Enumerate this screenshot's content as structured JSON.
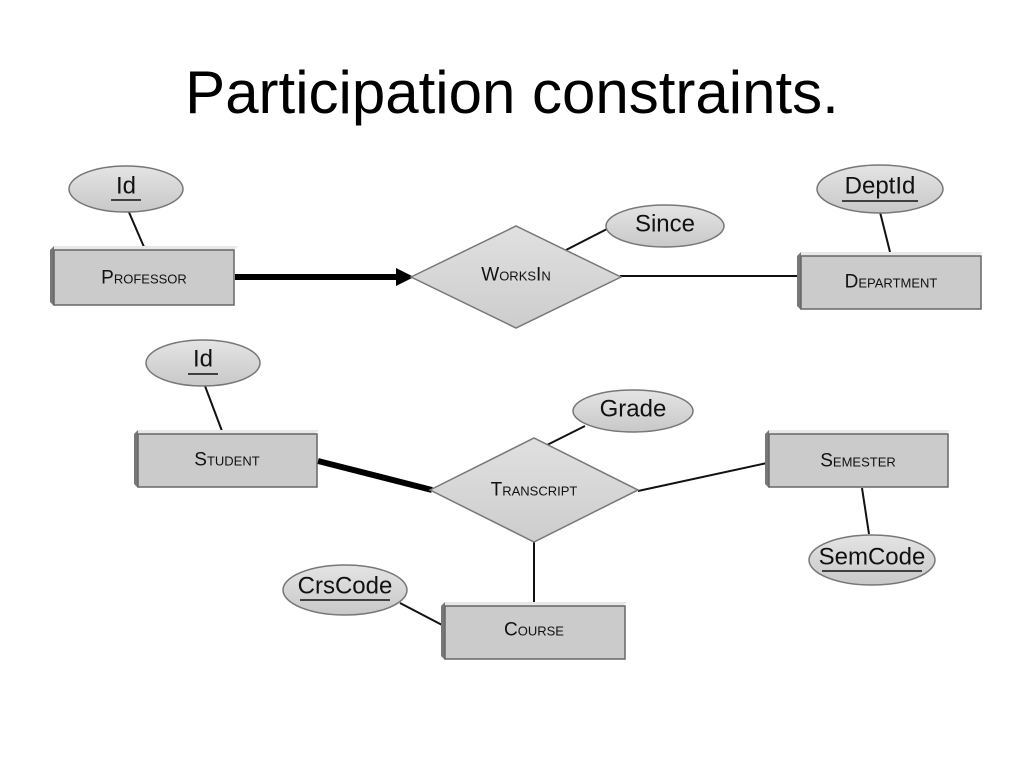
{
  "title": "Participation constraints.",
  "diagram": {
    "entities": {
      "professor": {
        "label": "Professor"
      },
      "department": {
        "label": "Department"
      },
      "student": {
        "label": "Student"
      },
      "semester": {
        "label": "Semester"
      },
      "course": {
        "label": "Course"
      }
    },
    "relationships": {
      "works_in": {
        "label": "WorksIn"
      },
      "transcript": {
        "label": "Transcript"
      }
    },
    "attributes": {
      "professor_id": {
        "label": "Id",
        "key": true
      },
      "dept_id": {
        "label": "DeptId",
        "key": true
      },
      "since": {
        "label": "Since",
        "key": false
      },
      "student_id": {
        "label": "Id",
        "key": true
      },
      "grade": {
        "label": "Grade",
        "key": false
      },
      "sem_code": {
        "label": "SemCode",
        "key": true
      },
      "crs_code": {
        "label": "CrsCode",
        "key": true
      }
    }
  }
}
